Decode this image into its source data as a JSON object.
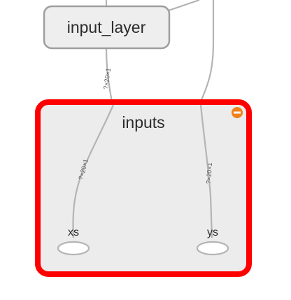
{
  "graph": {
    "top_node": {
      "label": "input_layer"
    },
    "group": {
      "label": "inputs",
      "collapse_icon": "minus-circle-icon"
    },
    "nodes": [
      {
        "label": "xs"
      },
      {
        "label": "ys"
      }
    ],
    "edge_labels": {
      "input_to_group": "?×20×1",
      "into_xs": "?×20×1",
      "into_ys": "?×20×1"
    }
  },
  "colors": {
    "group_border": "#ff0000",
    "group_fill": "#ececec",
    "node_fill": "#eeeeee",
    "node_border": "#9e9e9e",
    "edge": "#b4b4b4",
    "collapse_icon": "#f0811a"
  }
}
